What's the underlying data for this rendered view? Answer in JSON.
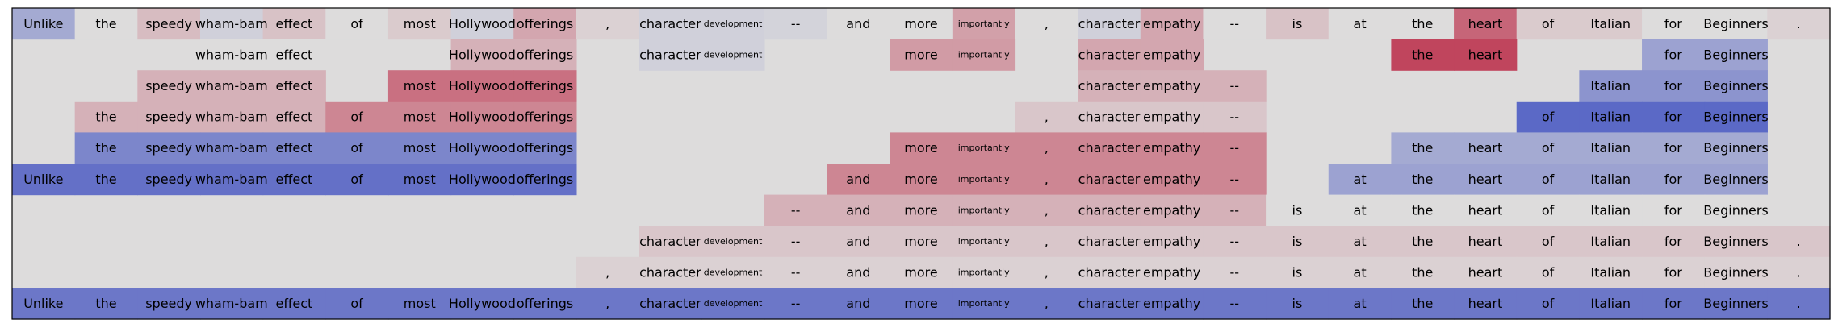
{
  "colors": {
    "background": "#dddcdc",
    "border": "#000000",
    "text": "#000000",
    "neg_strong": "#3b4cc0",
    "neutral": "#dddcdc",
    "pos_strong": "#b40426"
  },
  "chart_data": {
    "type": "heatmap",
    "title": "",
    "xlabel": "",
    "ylabel": "",
    "grid": false,
    "legend": "none",
    "value_range": [
      -1,
      1
    ],
    "colormap": "coolwarm",
    "tokens": [
      "Unlike",
      "the",
      "speedy",
      "wham-bam",
      "effect",
      "of",
      "most",
      "Hollywood",
      "offerings",
      ",",
      "character",
      "development",
      "--",
      "and",
      "more",
      "importantly",
      ",",
      "character",
      "empathy",
      "--",
      "is",
      "at",
      "the",
      "heart",
      "of",
      "Italian",
      "for",
      "Beginners",
      "."
    ],
    "small_tokens": [
      11,
      15
    ],
    "rows": [
      [
        -0.35,
        0,
        0.15,
        -0.08,
        0.12,
        0,
        0.08,
        -0.08,
        0.25,
        0.05,
        -0.08,
        -0.08,
        -0.06,
        0,
        0,
        0.28,
        0,
        -0.08,
        0.25,
        0,
        0.12,
        0,
        0,
        0.55,
        0.08,
        0.08,
        0,
        0,
        0.05
      ],
      [
        null,
        null,
        null,
        0,
        0,
        null,
        null,
        0.2,
        0.2,
        null,
        -0.08,
        -0.08,
        null,
        null,
        0.3,
        0.3,
        null,
        0.25,
        0.25,
        null,
        null,
        null,
        0.7,
        0.7,
        null,
        null,
        -0.4,
        -0.4,
        null
      ],
      [
        null,
        null,
        0.2,
        0.2,
        0.2,
        null,
        0.5,
        0.5,
        0.5,
        null,
        null,
        null,
        null,
        null,
        null,
        null,
        null,
        0.2,
        0.2,
        0.2,
        null,
        null,
        null,
        null,
        null,
        -0.5,
        -0.5,
        -0.5,
        null
      ],
      [
        null,
        0.2,
        0.2,
        0.2,
        0.2,
        0.4,
        0.4,
        0.4,
        0.4,
        null,
        null,
        null,
        null,
        null,
        null,
        null,
        0.1,
        0.1,
        0.1,
        0.1,
        null,
        null,
        null,
        null,
        -0.8,
        -0.8,
        -0.8,
        -0.8,
        null
      ],
      [
        null,
        -0.6,
        -0.6,
        -0.6,
        -0.6,
        -0.6,
        -0.6,
        -0.6,
        -0.6,
        null,
        null,
        null,
        null,
        null,
        0.4,
        0.4,
        0.4,
        0.4,
        0.4,
        0.4,
        null,
        null,
        -0.35,
        -0.35,
        -0.35,
        -0.35,
        -0.35,
        -0.35,
        null
      ],
      [
        -0.75,
        -0.75,
        -0.75,
        -0.75,
        -0.75,
        -0.75,
        -0.75,
        -0.75,
        -0.75,
        null,
        null,
        null,
        null,
        0.4,
        0.4,
        0.4,
        0.4,
        0.4,
        0.4,
        0.4,
        null,
        -0.4,
        -0.4,
        -0.4,
        -0.4,
        -0.4,
        -0.4,
        -0.4,
        null
      ],
      [
        null,
        null,
        null,
        null,
        null,
        null,
        null,
        null,
        null,
        null,
        null,
        null,
        0.2,
        0.2,
        0.2,
        0.2,
        0.2,
        0.2,
        0.2,
        0.2,
        0,
        0,
        0,
        0,
        0,
        0,
        0,
        0,
        null
      ],
      [
        null,
        null,
        null,
        null,
        null,
        null,
        null,
        null,
        null,
        null,
        0.1,
        0.1,
        0.1,
        0.1,
        0.1,
        0.1,
        0.1,
        0.1,
        0.1,
        0.1,
        0.1,
        0.1,
        0.1,
        0.1,
        0.1,
        0.1,
        0.1,
        0.1,
        0.1
      ],
      [
        null,
        null,
        null,
        null,
        null,
        null,
        null,
        null,
        null,
        0.05,
        0.05,
        0.05,
        0.05,
        0.05,
        0.05,
        0.05,
        0.05,
        0.05,
        0.05,
        0.05,
        0.05,
        0.05,
        0.05,
        0.05,
        0.05,
        0.05,
        0.05,
        0.05,
        0.05
      ],
      [
        -0.7,
        -0.7,
        -0.7,
        -0.7,
        -0.7,
        -0.7,
        -0.7,
        -0.7,
        -0.7,
        -0.7,
        -0.7,
        -0.7,
        -0.7,
        -0.7,
        -0.7,
        -0.7,
        -0.7,
        -0.7,
        -0.7,
        -0.7,
        -0.7,
        -0.7,
        -0.7,
        -0.7,
        -0.7,
        -0.7,
        -0.7,
        -0.7,
        -0.7
      ]
    ]
  }
}
